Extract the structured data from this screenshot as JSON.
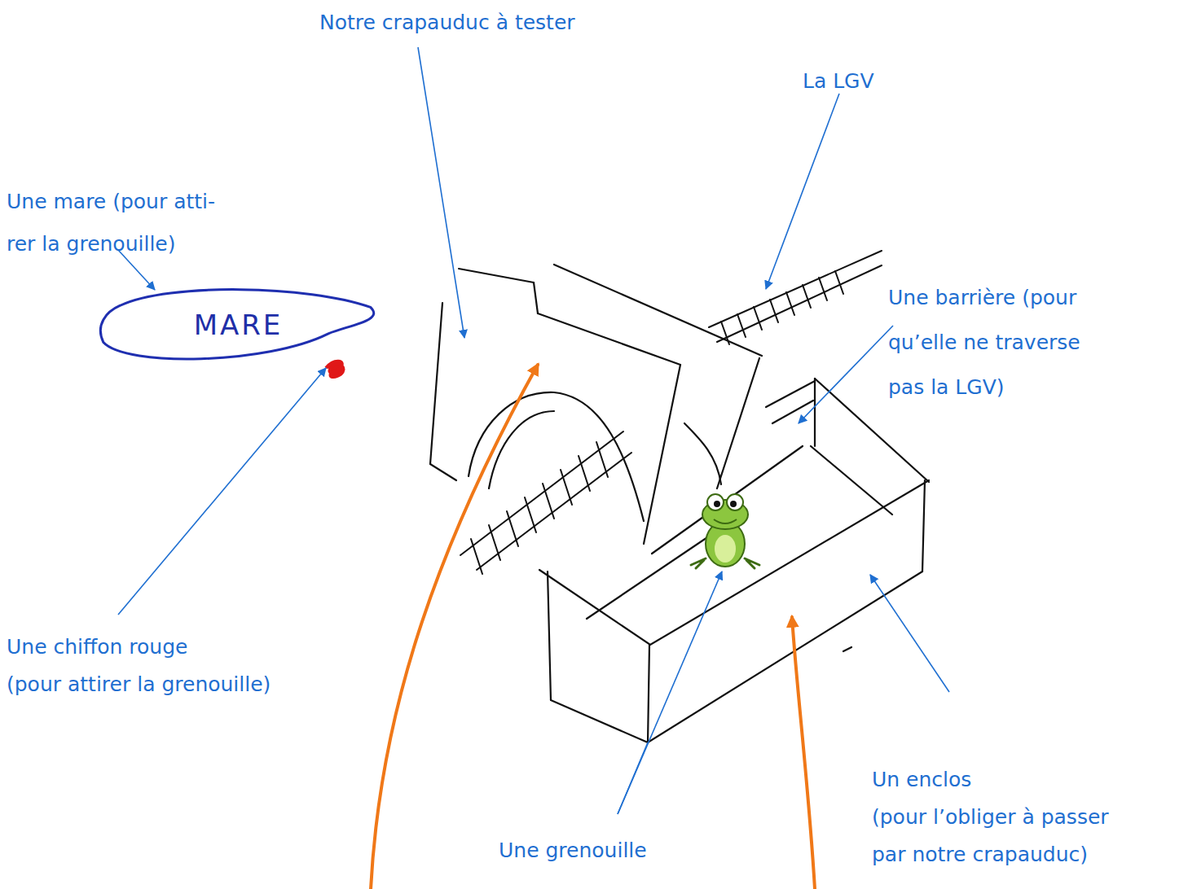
{
  "diagram": {
    "nodes": [
      {
        "text": [
          "MARE"
        ]
      }
    ],
    "labels": [
      "Notre crapauduc à tester",
      "La LGV",
      "Une mare (pour atti- rer la grenouille)",
      "Une barrière (pour qu’elle ne traverse pas la LGV)",
      "Une chiffon rouge (pour attirer la grenouille)",
      "Une grenouille",
      "Un enclos (pour l’obliger à passer par notre crapauduc)"
    ]
  }
}
